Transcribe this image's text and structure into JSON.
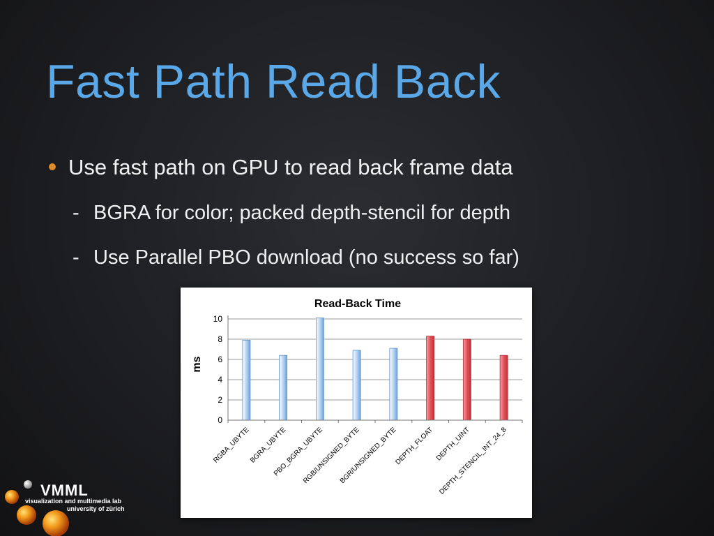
{
  "slide": {
    "title": "Fast Path Read Back",
    "bullet": "Use fast path on GPU to read back frame data",
    "sub_bullets": [
      "BGRA for color; packed depth-stencil for depth",
      "Use Parallel PBO download (no success so far)"
    ]
  },
  "logo": {
    "name": "VMML",
    "line1": "visualization and multimedia lab",
    "line2": "university of zürich"
  },
  "chart_data": {
    "type": "bar",
    "title": "Read-Back Time",
    "xlabel": "",
    "ylabel": "ms",
    "ylim": [
      0,
      10
    ],
    "yticks": [
      0,
      2,
      4,
      6,
      8,
      10
    ],
    "grid": true,
    "categories": [
      "RGBA_UBYTE",
      "BGRA_UBYTE",
      "PBO_BGRA_UBYTE",
      "RGB/UNSIGNED_BYTE",
      "BGR/UNSIGNED_BYTE",
      "DEPTH_FLOAT",
      "DEPTH_UINT",
      "DEPTH_STENCIL_INT_24_8"
    ],
    "values": [
      7.9,
      6.4,
      10.1,
      6.9,
      7.1,
      8.3,
      8.0,
      6.4
    ],
    "bar_colors": [
      "#a9ccef",
      "#a9ccef",
      "#a9ccef",
      "#a9ccef",
      "#a9ccef",
      "#e5525a",
      "#e5525a",
      "#e5525a"
    ]
  }
}
